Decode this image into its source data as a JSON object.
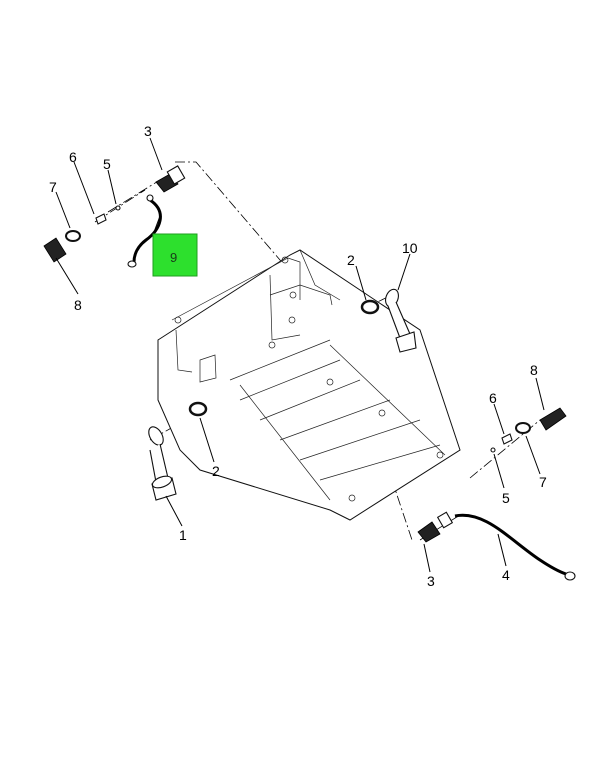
{
  "diagram": {
    "highlight_color": "#2de02d",
    "highlighted_part": "9",
    "callouts": {
      "c3_top": "3",
      "c6_left": "6",
      "c5_left": "5",
      "c7_left": "7",
      "c8_left": "8",
      "c9": "9",
      "c2_right": "2",
      "c10": "10",
      "c2_left": "2",
      "c1": "1",
      "c8_right": "8",
      "c6_right": "6",
      "c7_right": "7",
      "c5_right": "5",
      "c3_bottom": "3",
      "c4": "4"
    }
  }
}
